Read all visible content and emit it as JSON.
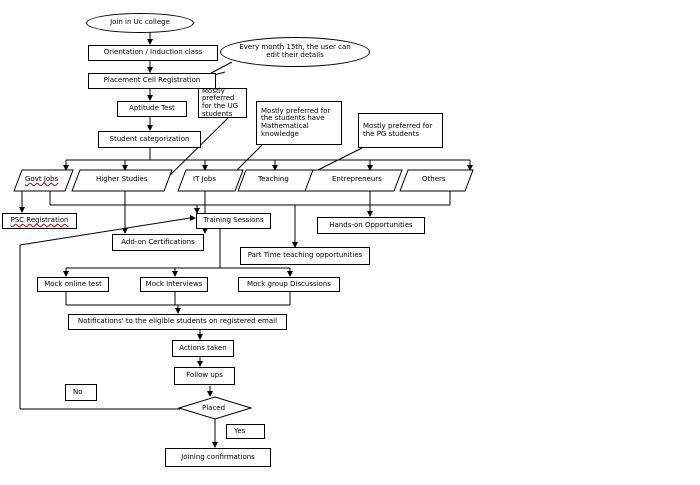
{
  "nodes": {
    "join": "Join in Uc college",
    "orientation": "Orientation / Induction class",
    "placement_reg": "Placement Cell Registration",
    "aptitude": "Aptitude Test",
    "categorization": "Student categorization",
    "govt_jobs": "Govt Jobs",
    "higher_studies": "Higher Studies",
    "it_jobs": "IT Jobs",
    "teaching": "Teaching",
    "entrepreneurs": "Entrepreneurs",
    "others": "Others",
    "psc_registration": "PSC Registration",
    "training_sessions": "Training Sessions",
    "addon_certifications": "Add-on Certifications",
    "hands_on": "Hands-on Opportunities",
    "part_time": "Part Time teaching opportunities",
    "mock_online": "Mock online test",
    "mock_interviews": "Mock Interviews",
    "mock_group": "Mock group Discussions",
    "notifications": "Notifications' to the eligible students on registered email",
    "actions_taken": "Actions taken",
    "follow_ups": "Follow ups",
    "placed": "Placed",
    "no": "No",
    "yes": "Yes",
    "joining": "Joining confirmations"
  },
  "callouts": {
    "monthly_edit": "Every month 15th, the user can edit their details",
    "ug_pref": "Mostly preferred for the UG students",
    "math_pref": "Mostly preferred for the students have Mathematical knowledge",
    "pg_pref": "Mostly preferred for the PG students"
  }
}
